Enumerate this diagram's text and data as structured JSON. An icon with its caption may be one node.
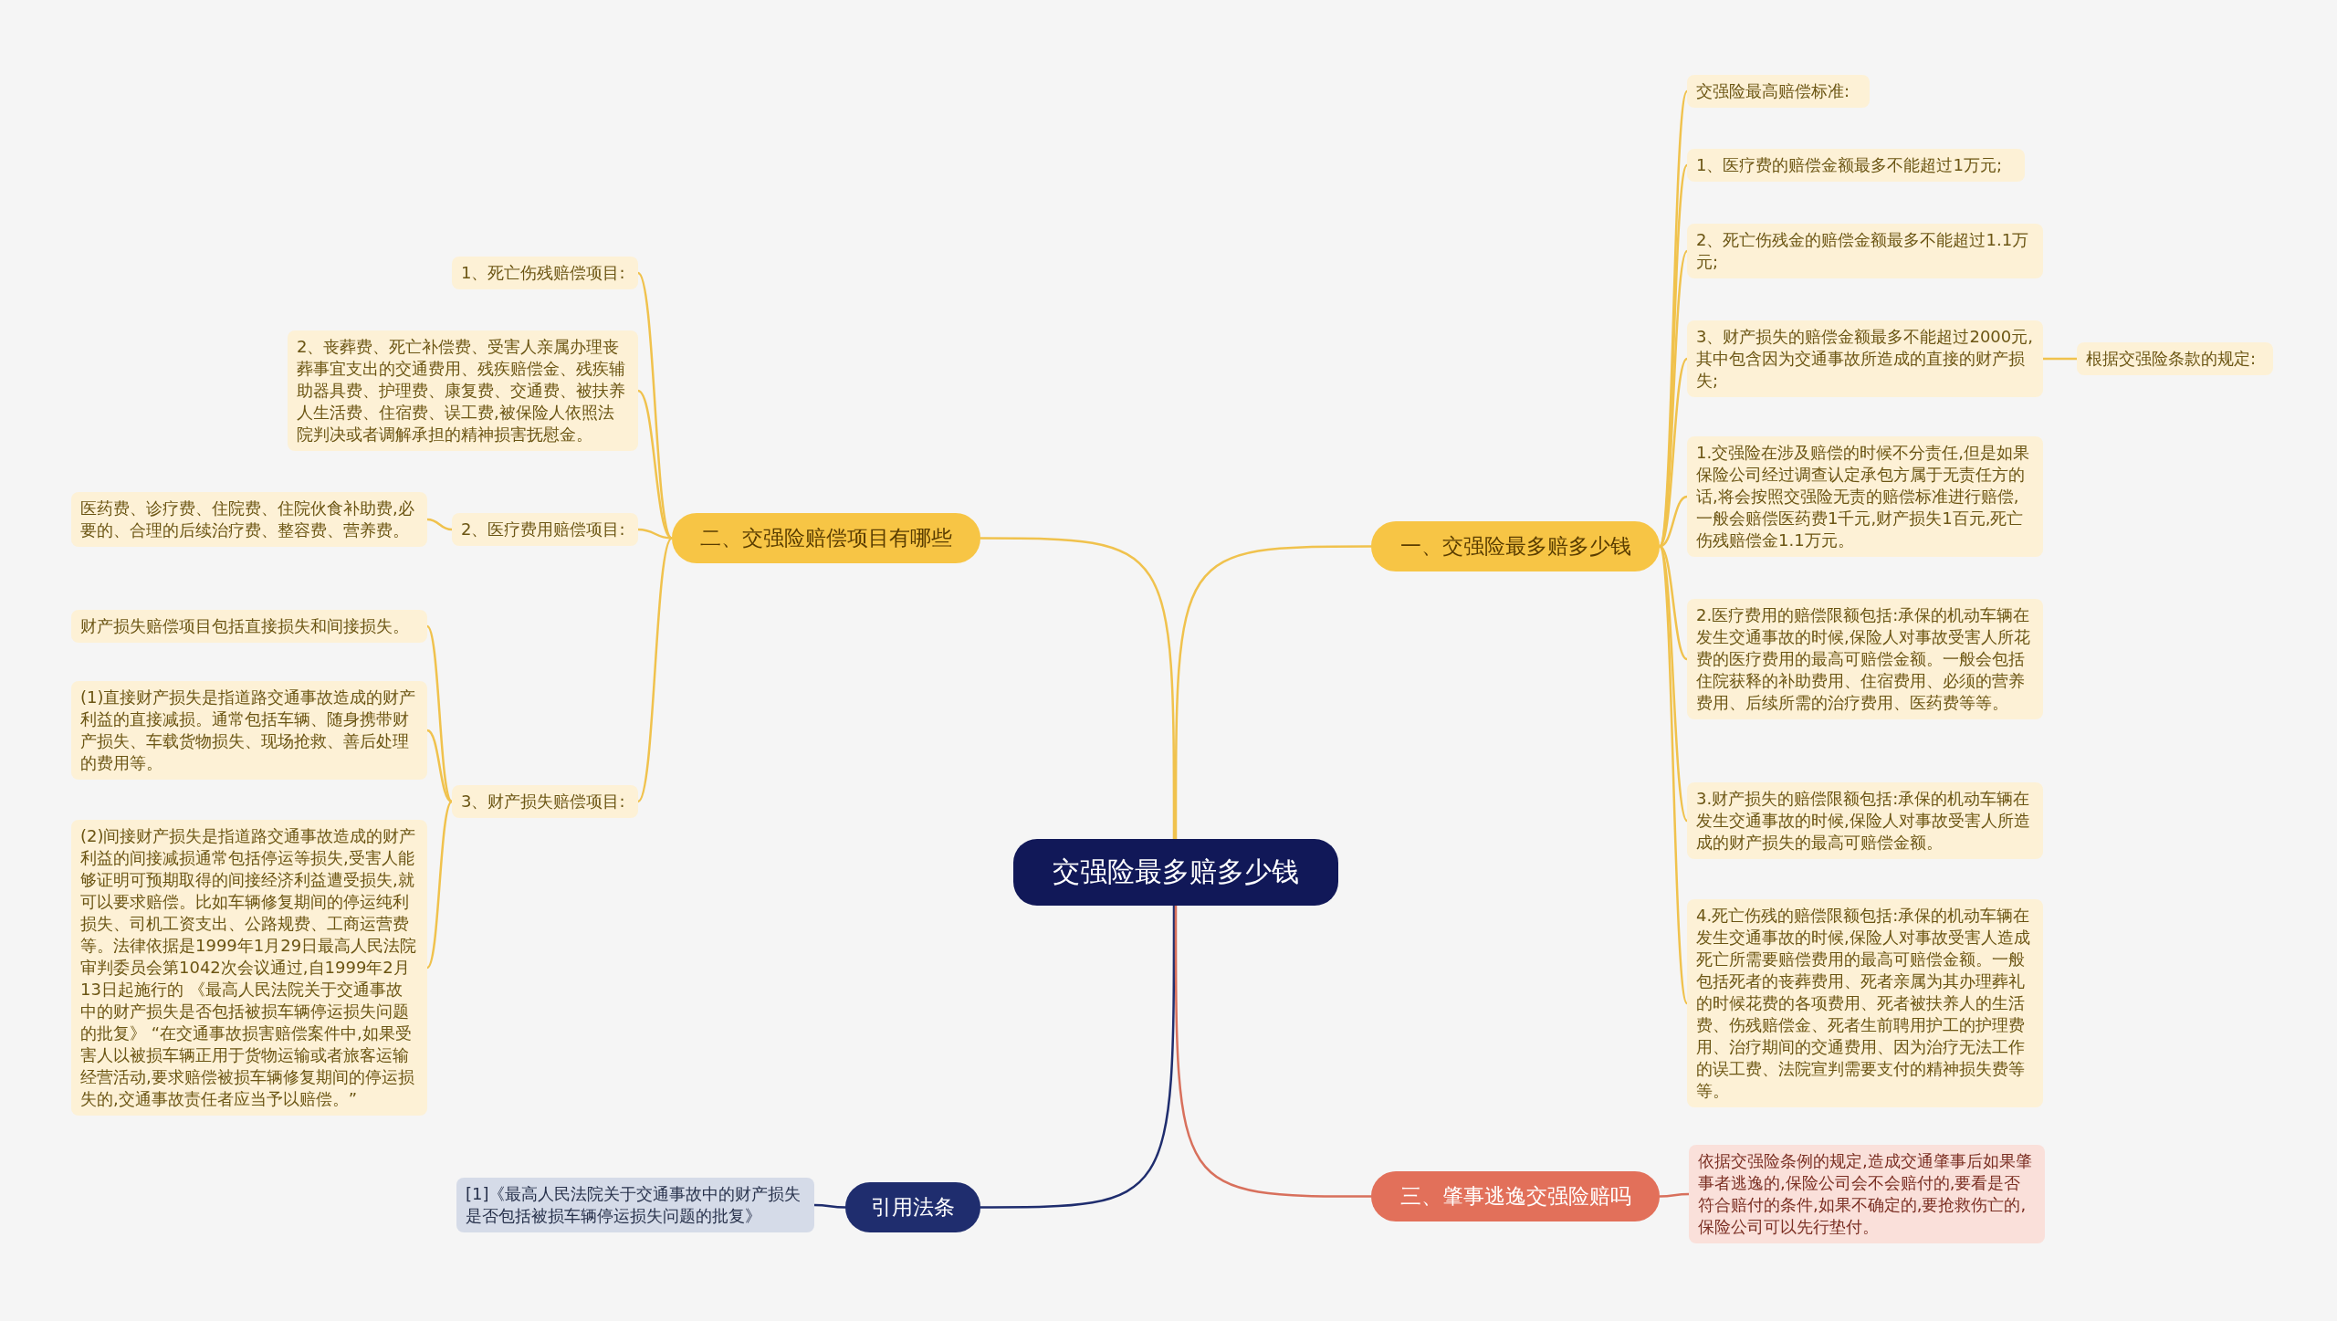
{
  "diagram": {
    "nodes": [
      {
        "text": [
          "交强险最多赔多少钱"
        ]
      },
      {
        "text": [
          "一、交强险最多赔多少钱"
        ]
      },
      {
        "text": [
          "交强险最高赔偿标准:"
        ]
      },
      {
        "text": [
          "1、医疗费的赔偿金额最多不能超过1万元;"
        ]
      },
      {
        "text": [
          "2、死亡伤残金的赔偿金额最多不能超过1.1万元;"
        ]
      },
      {
        "text": [
          "3、财产损失的赔偿金额最多不能超过2000元,其中包含因为交通事故所造成的直接的财产损失;"
        ]
      },
      {
        "text": [
          "根据交强险条款的规定:"
        ]
      },
      {
        "text": [
          "1.交强险在涉及赔偿的时候不分责任,但是如果保险公司经过调查认定承包方属于无责任方的话,将会按照交强险无责的赔偿标准进行赔偿,一般会赔偿医药费1千元,财产损失1百元,死亡伤残赔偿金1.1万元。"
        ]
      },
      {
        "text": [
          "2.医疗费用的赔偿限额包括:承保的机动车辆在发生交通事故的时候,保险人对事故受害人所花费的医疗费用的最高可赔偿金额。一般会包括住院获释的补助费用、住宿费用、必须的营养费用、后续所需的治疗费用、医药费等等。"
        ]
      },
      {
        "text": [
          "3.财产损失的赔偿限额包括:承保的机动车辆在发生交通事故的时候,保险人对事故受害人所造成的财产损失的最高可赔偿金额。"
        ]
      },
      {
        "text": [
          "4.死亡伤残的赔偿限额包括:承保的机动车辆在发生交通事故的时候,保险人对事故受害人造成死亡所需要赔偿费用的最高可赔偿金额。一般包括死者的丧葬费用、死者亲属为其办理葬礼的时候花费的各项费用、死者被扶养人的生活费、伤残赔偿金、死者生前聘用护工的护理费用、治疗期间的交通费用、因为治疗无法工作的误工费、法院宣判需要支付的精神损失费等等。"
        ]
      },
      {
        "text": [
          "二、交强险赔偿项目有哪些"
        ]
      },
      {
        "text": [
          "1、死亡伤残赔偿项目:"
        ]
      },
      {
        "text": [
          "2、丧葬费、死亡补偿费、受害人亲属办理丧葬事宜支出的交通费用、残疾赔偿金、残疾辅助器具费、护理费、康复费、交通费、被扶养人生活费、住宿费、误工费,被保险人依照法院判决或者调解承担的精神损害抚慰金。"
        ]
      },
      {
        "text": [
          "2、医疗费用赔偿项目:"
        ]
      },
      {
        "text": [
          "医药费、诊疗费、住院费、住院伙食补助费,必要的、合理的后续治疗费、整容费、营养费。"
        ]
      },
      {
        "text": [
          "3、财产损失赔偿项目:"
        ]
      },
      {
        "text": [
          "财产损失赔偿项目包括直接损失和间接损失。"
        ]
      },
      {
        "text": [
          "(1)直接财产损失是指道路交通事故造成的财产利益的直接减损。通常包括车辆、随身携带财产损失、车载货物损失、现场抢救、善后处理的费用等。"
        ]
      },
      {
        "text": [
          "(2)间接财产损失是指道路交通事故造成的财产利益的间接减损通常包括停运等损失,受害人能够证明可预期取得的间接经济利益遭受损失,就可以要求赔偿。比如车辆修复期间的停运纯利损失、司机工资支出、公路规费、工商运营费等。法律依据是1999年1月29日最高人民法院审判委员会第1042次会议通过,自1999年2月13日起施行的 《最高人民法院关于交通事故中的财产损失是否包括被损车辆停运损失问题的批复》 “在交通事故损害赔偿案件中,如果受害人以被损车辆正用于货物运输或者旅客运输经营活动,要求赔偿被损车辆修复期间的停运损失的,交通事故责任者应当予以赔偿。”"
        ]
      },
      {
        "text": [
          "引用法条"
        ]
      },
      {
        "text": [
          "[1]《最高人民法院关于交通事故中的财产损失是否包括被损车辆停运损失问题的批复》"
        ]
      },
      {
        "text": [
          "三、肇事逃逸交强险赔吗"
        ]
      },
      {
        "text": [
          "依据交强险条例的规定,造成交通肇事后如果肇事者逃逸的,保险公司会不会赔付的,要看是否符合赔付的条件,如果不确定的,要抢救伤亡的,保险公司可以先行垫付。"
        ]
      }
    ],
    "edges": [
      {
        "from": 0,
        "to": 1,
        "arrow": "none"
      },
      {
        "from": 1,
        "to": 2,
        "arrow": "none"
      },
      {
        "from": 1,
        "to": 3,
        "arrow": "none"
      },
      {
        "from": 1,
        "to": 4,
        "arrow": "none"
      },
      {
        "from": 1,
        "to": 5,
        "arrow": "none"
      },
      {
        "from": 5,
        "to": 6,
        "arrow": "none"
      },
      {
        "from": 1,
        "to": 7,
        "arrow": "none"
      },
      {
        "from": 1,
        "to": 8,
        "arrow": "none"
      },
      {
        "from": 1,
        "to": 9,
        "arrow": "none"
      },
      {
        "from": 1,
        "to": 10,
        "arrow": "none"
      },
      {
        "from": 0,
        "to": 11,
        "arrow": "none"
      },
      {
        "from": 11,
        "to": 12,
        "arrow": "none"
      },
      {
        "from": 11,
        "to": 13,
        "arrow": "none"
      },
      {
        "from": 11,
        "to": 14,
        "arrow": "none"
      },
      {
        "from": 14,
        "to": 15,
        "arrow": "none"
      },
      {
        "from": 11,
        "to": 16,
        "arrow": "none"
      },
      {
        "from": 16,
        "to": 17,
        "arrow": "none"
      },
      {
        "from": 16,
        "to": 18,
        "arrow": "none"
      },
      {
        "from": 16,
        "to": 19,
        "arrow": "none"
      },
      {
        "from": 0,
        "to": 20,
        "arrow": "none",
        "color": "#1f2d6e"
      },
      {
        "from": 20,
        "to": 21,
        "arrow": "none",
        "color": "#1f2d6e"
      },
      {
        "from": 0,
        "to": 22,
        "arrow": "none",
        "color": "#d8705c"
      },
      {
        "from": 22,
        "to": 23,
        "arrow": "none",
        "color": "#d8705c"
      }
    ]
  }
}
